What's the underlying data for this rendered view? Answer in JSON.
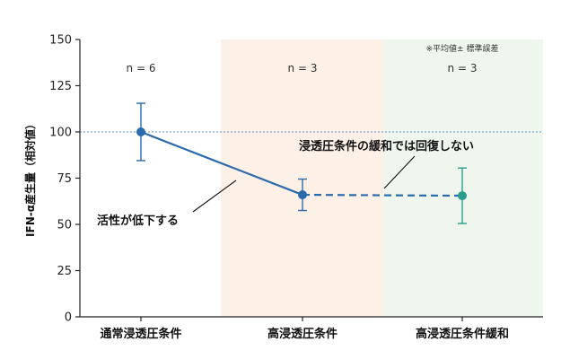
{
  "chart_data": {
    "type": "line",
    "ylabel": "IFN-α産生量（相対値）",
    "ylim": [
      0,
      150
    ],
    "yticks": [
      0,
      25,
      50,
      75,
      100,
      125,
      150
    ],
    "categories": [
      "通常浸透圧条件",
      "高浸透圧条件",
      "高浸透圧条件緩和"
    ],
    "values": [
      100,
      66,
      65.5
    ],
    "error": [
      15.5,
      8.5,
      15
    ],
    "n_labels": [
      "n = 6",
      "n = 3",
      "n = 3"
    ],
    "reference_line": 100,
    "note": "※平均値± 標準誤差",
    "annotations": [
      "活性が低下する",
      "浸透圧条件の緩和では回復しない"
    ],
    "colors": {
      "line": "#2a6aad",
      "relaxed_point": "#2a9d8f",
      "band_high": "#fdf0e6",
      "band_relaxed": "#eef6ee",
      "reference": "#5a8fc9"
    },
    "grid": false
  }
}
